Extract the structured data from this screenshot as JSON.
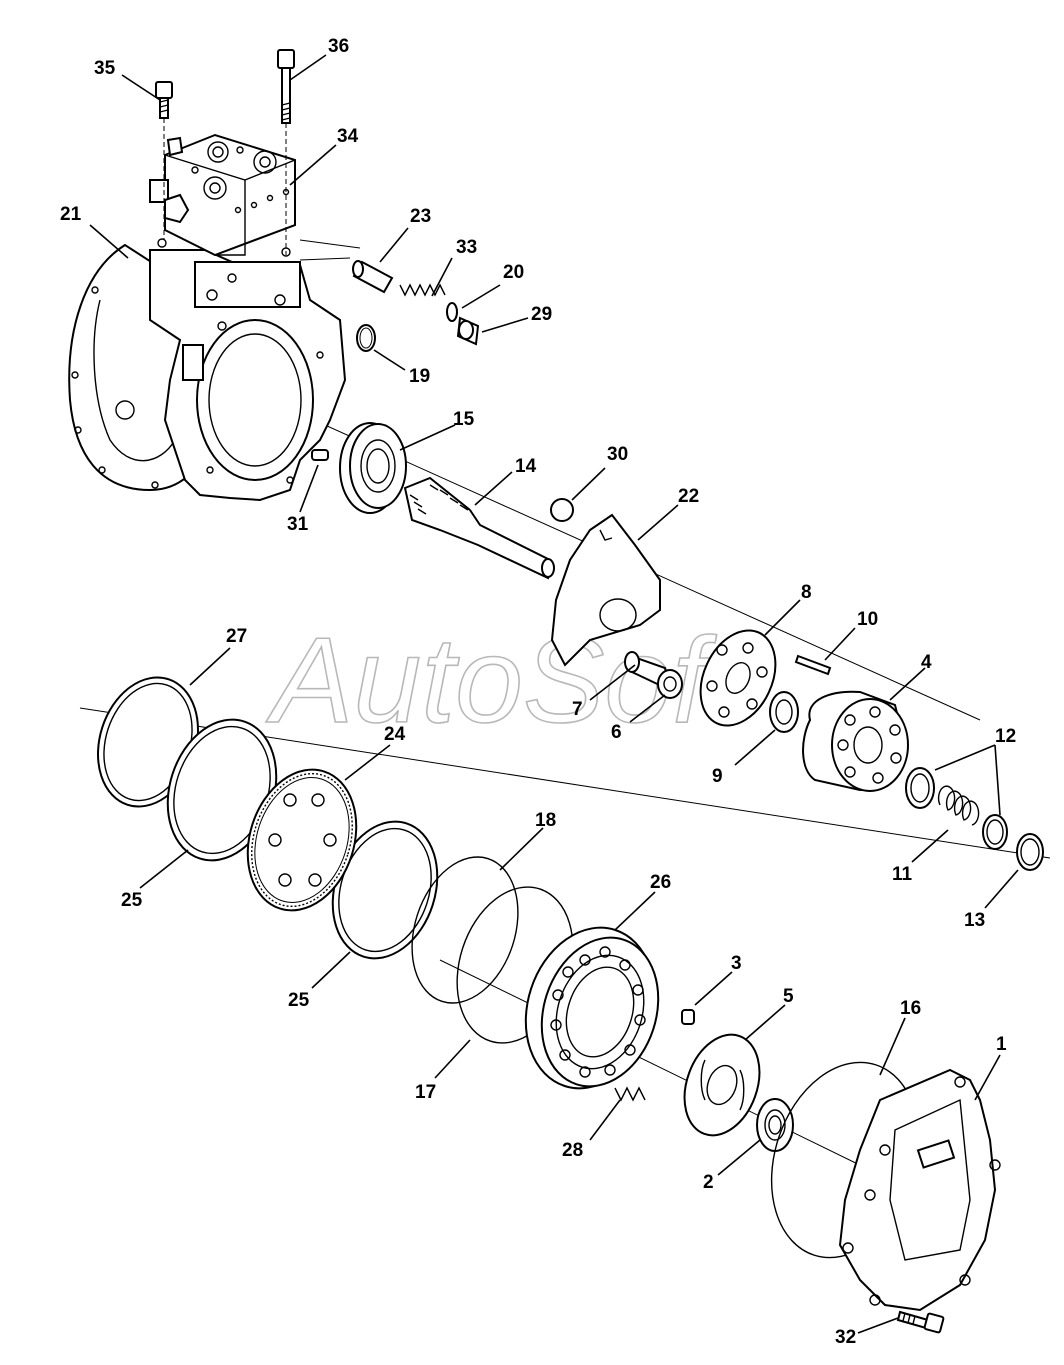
{
  "watermark": "AutoSoft",
  "labels": {
    "p1": "1",
    "p2": "2",
    "p3": "3",
    "p4": "4",
    "p5": "5",
    "p6": "6",
    "p7": "7",
    "p8": "8",
    "p9": "9",
    "p10": "10",
    "p11": "11",
    "p12": "12",
    "p13": "13",
    "p14": "14",
    "p15": "15",
    "p16": "16",
    "p17": "17",
    "p18": "18",
    "p19": "19",
    "p20": "20",
    "p21": "21",
    "p22": "22",
    "p23": "23",
    "p24": "24",
    "p25a": "25",
    "p25b": "25",
    "p26": "26",
    "p27": "27",
    "p28": "28",
    "p29": "29",
    "p30": "30",
    "p31": "31",
    "p32": "32",
    "p33": "33",
    "p34": "34",
    "p35": "35",
    "p36": "36"
  }
}
